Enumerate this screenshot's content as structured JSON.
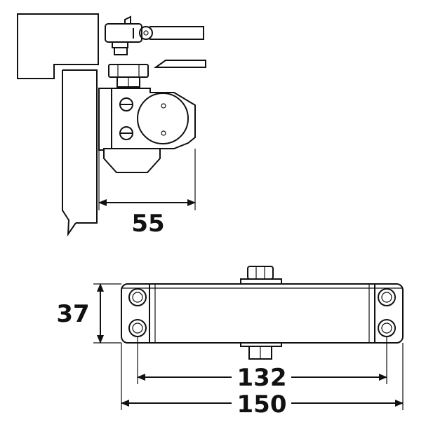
{
  "diagram": {
    "side_view": {
      "width_dimension": "55"
    },
    "front_view": {
      "height_dimension": "37",
      "hole_spacing_dimension": "132",
      "overall_length_dimension": "150"
    },
    "colors": {
      "line": "#111111",
      "background": "#ffffff"
    }
  }
}
